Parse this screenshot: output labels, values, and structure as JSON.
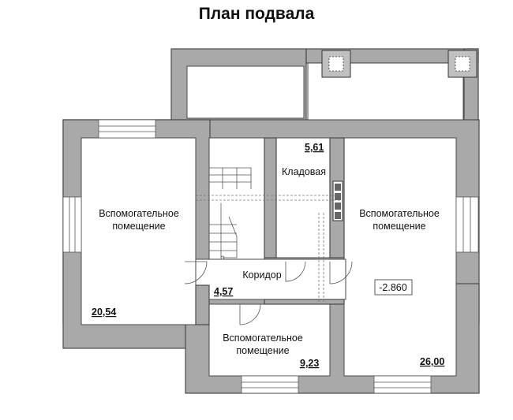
{
  "title": "План подвала",
  "rooms": {
    "left_room": {
      "name_line1": "Вспомогательное",
      "name_line2": "помещение",
      "area": "20,54"
    },
    "storage": {
      "name": "Кладовая",
      "area": "5,61"
    },
    "right_room": {
      "name_line1": "Вспомогательное",
      "name_line2": "помещение",
      "area": "26,00"
    },
    "corridor": {
      "name": "Коридор",
      "area": "4,57"
    },
    "bottom_room": {
      "name_line1": "Вспомогательное",
      "name_line2": "помещение",
      "area": "9,23"
    }
  },
  "level_mark": "-2.860",
  "colors": {
    "wall": "#a9a9a9",
    "outline": "#4a4a4a",
    "background": "#ffffff"
  }
}
